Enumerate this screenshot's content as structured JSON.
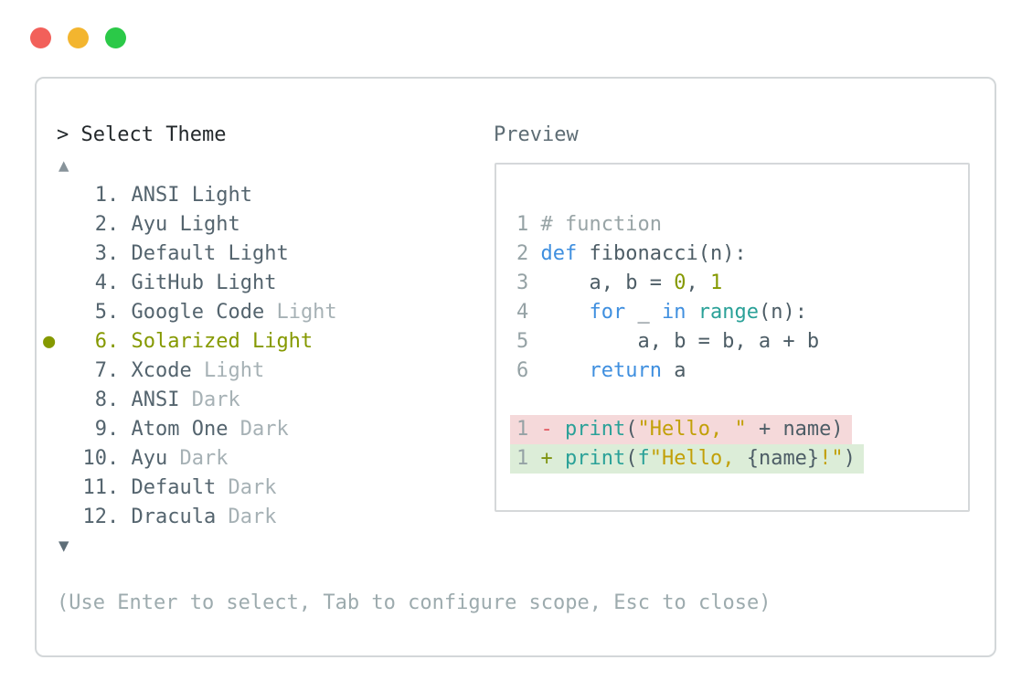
{
  "window": {
    "controls": [
      {
        "name": "close",
        "color": "#f2605a"
      },
      {
        "name": "minimize",
        "color": "#f3b52f"
      },
      {
        "name": "zoom",
        "color": "#2bc948"
      }
    ]
  },
  "prompt": {
    "caret": ">",
    "title": "Select Theme"
  },
  "scroll": {
    "up": "▲",
    "down": "▼"
  },
  "theme_list": {
    "selected_marker": "●",
    "items": [
      {
        "number": "1",
        "name": "ANSI Light",
        "variant": "",
        "selected": false
      },
      {
        "number": "2",
        "name": "Ayu Light",
        "variant": "",
        "selected": false
      },
      {
        "number": "3",
        "name": "Default Light",
        "variant": "",
        "selected": false
      },
      {
        "number": "4",
        "name": "GitHub Light",
        "variant": "",
        "selected": false
      },
      {
        "number": "5",
        "name": "Google Code",
        "variant": "Light",
        "selected": false
      },
      {
        "number": "6",
        "name": "Solarized Light",
        "variant": "",
        "selected": true
      },
      {
        "number": "7",
        "name": "Xcode",
        "variant": "Light",
        "selected": false
      },
      {
        "number": "8",
        "name": "ANSI",
        "variant": "Dark",
        "selected": false
      },
      {
        "number": "9",
        "name": "Atom One",
        "variant": "Dark",
        "selected": false
      },
      {
        "number": "10",
        "name": "Ayu",
        "variant": "Dark",
        "selected": false
      },
      {
        "number": "11",
        "name": "Default",
        "variant": "Dark",
        "selected": false
      },
      {
        "number": "12",
        "name": "Dracula",
        "variant": "Dark",
        "selected": false
      }
    ]
  },
  "preview": {
    "label": "Preview",
    "code_lines": [
      {
        "tokens": [
          {
            "t": "1",
            "c": "linenum"
          },
          {
            "t": " ",
            "c": "text"
          },
          {
            "t": "# function",
            "c": "comment"
          }
        ]
      },
      {
        "tokens": [
          {
            "t": "2",
            "c": "linenum"
          },
          {
            "t": " ",
            "c": "text"
          },
          {
            "t": "def",
            "c": "keyword"
          },
          {
            "t": " fibonacci(n):",
            "c": "text"
          }
        ]
      },
      {
        "tokens": [
          {
            "t": "3",
            "c": "linenum"
          },
          {
            "t": "     a, b = ",
            "c": "text"
          },
          {
            "t": "0",
            "c": "number"
          },
          {
            "t": ", ",
            "c": "text"
          },
          {
            "t": "1",
            "c": "number"
          }
        ]
      },
      {
        "tokens": [
          {
            "t": "4",
            "c": "linenum"
          },
          {
            "t": "     ",
            "c": "text"
          },
          {
            "t": "for",
            "c": "keyword"
          },
          {
            "t": " _ ",
            "c": "text"
          },
          {
            "t": "in",
            "c": "keyword"
          },
          {
            "t": " ",
            "c": "text"
          },
          {
            "t": "range",
            "c": "function"
          },
          {
            "t": "(n):",
            "c": "text"
          }
        ]
      },
      {
        "tokens": [
          {
            "t": "5",
            "c": "linenum"
          },
          {
            "t": "         a, b = b, a + b",
            "c": "text"
          }
        ]
      },
      {
        "tokens": [
          {
            "t": "6",
            "c": "linenum"
          },
          {
            "t": "     ",
            "c": "text"
          },
          {
            "t": "return",
            "c": "keyword"
          },
          {
            "t": " a",
            "c": "text"
          }
        ]
      },
      {
        "tokens": []
      },
      {
        "diff": "removed",
        "tokens": [
          {
            "t": "1",
            "c": "linenum"
          },
          {
            "t": " ",
            "c": "text"
          },
          {
            "t": "-",
            "c": "minus"
          },
          {
            "t": " ",
            "c": "text"
          },
          {
            "t": "print",
            "c": "function"
          },
          {
            "t": "(",
            "c": "text"
          },
          {
            "t": "\"Hello, \"",
            "c": "string"
          },
          {
            "t": " + name)",
            "c": "text"
          }
        ]
      },
      {
        "diff": "added",
        "tokens": [
          {
            "t": "1",
            "c": "linenum"
          },
          {
            "t": " ",
            "c": "text"
          },
          {
            "t": "+",
            "c": "plus"
          },
          {
            "t": " ",
            "c": "text"
          },
          {
            "t": "print",
            "c": "function"
          },
          {
            "t": "(",
            "c": "text"
          },
          {
            "t": "f",
            "c": "function"
          },
          {
            "t": "\"Hello, ",
            "c": "string"
          },
          {
            "t": "{name}",
            "c": "text"
          },
          {
            "t": "!\"",
            "c": "string"
          },
          {
            "t": ")",
            "c": "text"
          }
        ]
      }
    ]
  },
  "help_text": "(Use Enter to select, Tab to configure scope, Esc to close)",
  "colors": {
    "ui": {
      "panel_border": "#d3d7d9",
      "prompt": "#24292c",
      "heading": "#5d6c74",
      "help": "#9dabae",
      "arrow_up": "#87939a",
      "arrow_down": "#5e6e78"
    },
    "list": {
      "name": "#54646e",
      "variant": "#a6b1b5",
      "selected": "#859900"
    },
    "syntax": {
      "text": "#4d5d66",
      "comment": "#98a4a6",
      "linenum": "#95a2a5",
      "keyword": "#3f8fdf",
      "function": "#2aa198",
      "number": "#859900",
      "string": "#c2a008",
      "minus": "#e25c63",
      "plus": "#7f9412"
    },
    "diff": {
      "removed_bg": "#f5d9da",
      "added_bg": "#dcedd8"
    }
  }
}
